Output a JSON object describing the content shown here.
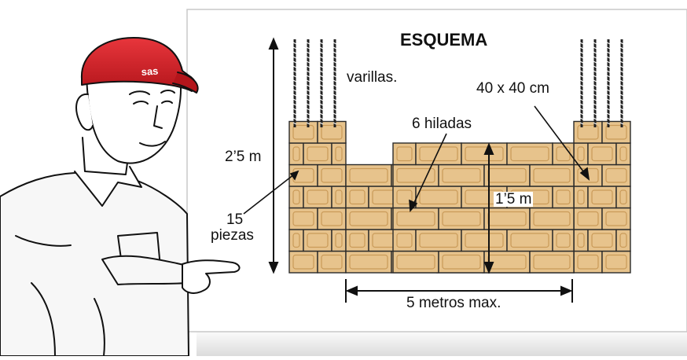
{
  "diagram": {
    "title": "ESQUEMA",
    "labels": {
      "rods": "varillas.",
      "column_size": "40 x 40 cm",
      "rows": "6 hiladas",
      "total_height": "2’5 m",
      "pieces_count": "15",
      "pieces_word": "piezas",
      "wall_height": "1’5 m",
      "max_length": "5 metros max."
    },
    "cap_logo": "sas",
    "colors": {
      "brick_fill": "#e7c38c",
      "brick_shade": "#c99a58",
      "mortar": "#2a2a2a",
      "cap_red": "#d41f26",
      "card_border": "#c8c8c8"
    }
  }
}
